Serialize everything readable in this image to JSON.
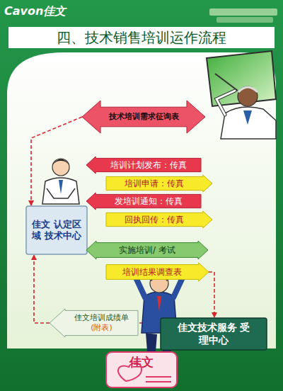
{
  "diagram": {
    "title": "四、技术销售培训运作流程",
    "nodes": [
      {
        "text": [
          "技术培训需求征询表"
        ]
      },
      {
        "text": [
          "培训计划发布：传真"
        ]
      },
      {
        "text": [
          "培训申请：传真"
        ]
      },
      {
        "text": [
          "发培训通知：传真"
        ]
      },
      {
        "text": [
          "回执回传：传真"
        ]
      },
      {
        "text": [
          "佳文 认定区域 技术中心"
        ]
      },
      {
        "text": [
          "实施培训/ 考试"
        ]
      },
      {
        "text": [
          "培训结果调查表"
        ]
      },
      {
        "text": [
          "佳文技术服务 受理中心"
        ]
      },
      {
        "text": [
          "佳文培训成绩单",
          "(附表)"
        ]
      }
    ],
    "edges": [
      {
        "from": 0,
        "to": 5,
        "arrow": "to"
      },
      {
        "from": 7,
        "to": 8,
        "arrow": "to"
      },
      {
        "from": 8,
        "to": 9,
        "arrow": "none"
      },
      {
        "from": 9,
        "to": 5,
        "arrow": "to"
      }
    ],
    "labels": [
      "Cavon佳文",
      "佳文"
    ]
  }
}
